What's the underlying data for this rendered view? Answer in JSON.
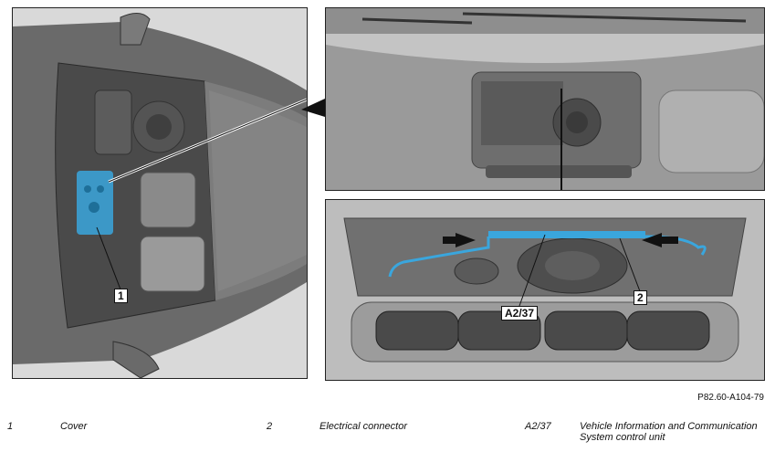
{
  "callouts": {
    "cover": "1",
    "connector": "2",
    "control_unit": "A2/37"
  },
  "reference_code": "P82.60-A104-79",
  "legend": [
    {
      "num": "1",
      "text": "Cover"
    },
    {
      "num": "2",
      "text": "Electrical connector"
    },
    {
      "num": "A2/37",
      "text": "Vehicle Information and Communication System control unit"
    }
  ],
  "colors": {
    "highlight": "#3aa6dd",
    "body": "#5a5a5a",
    "panel_bg": "#cfcfcf",
    "arrow": "#111111"
  }
}
